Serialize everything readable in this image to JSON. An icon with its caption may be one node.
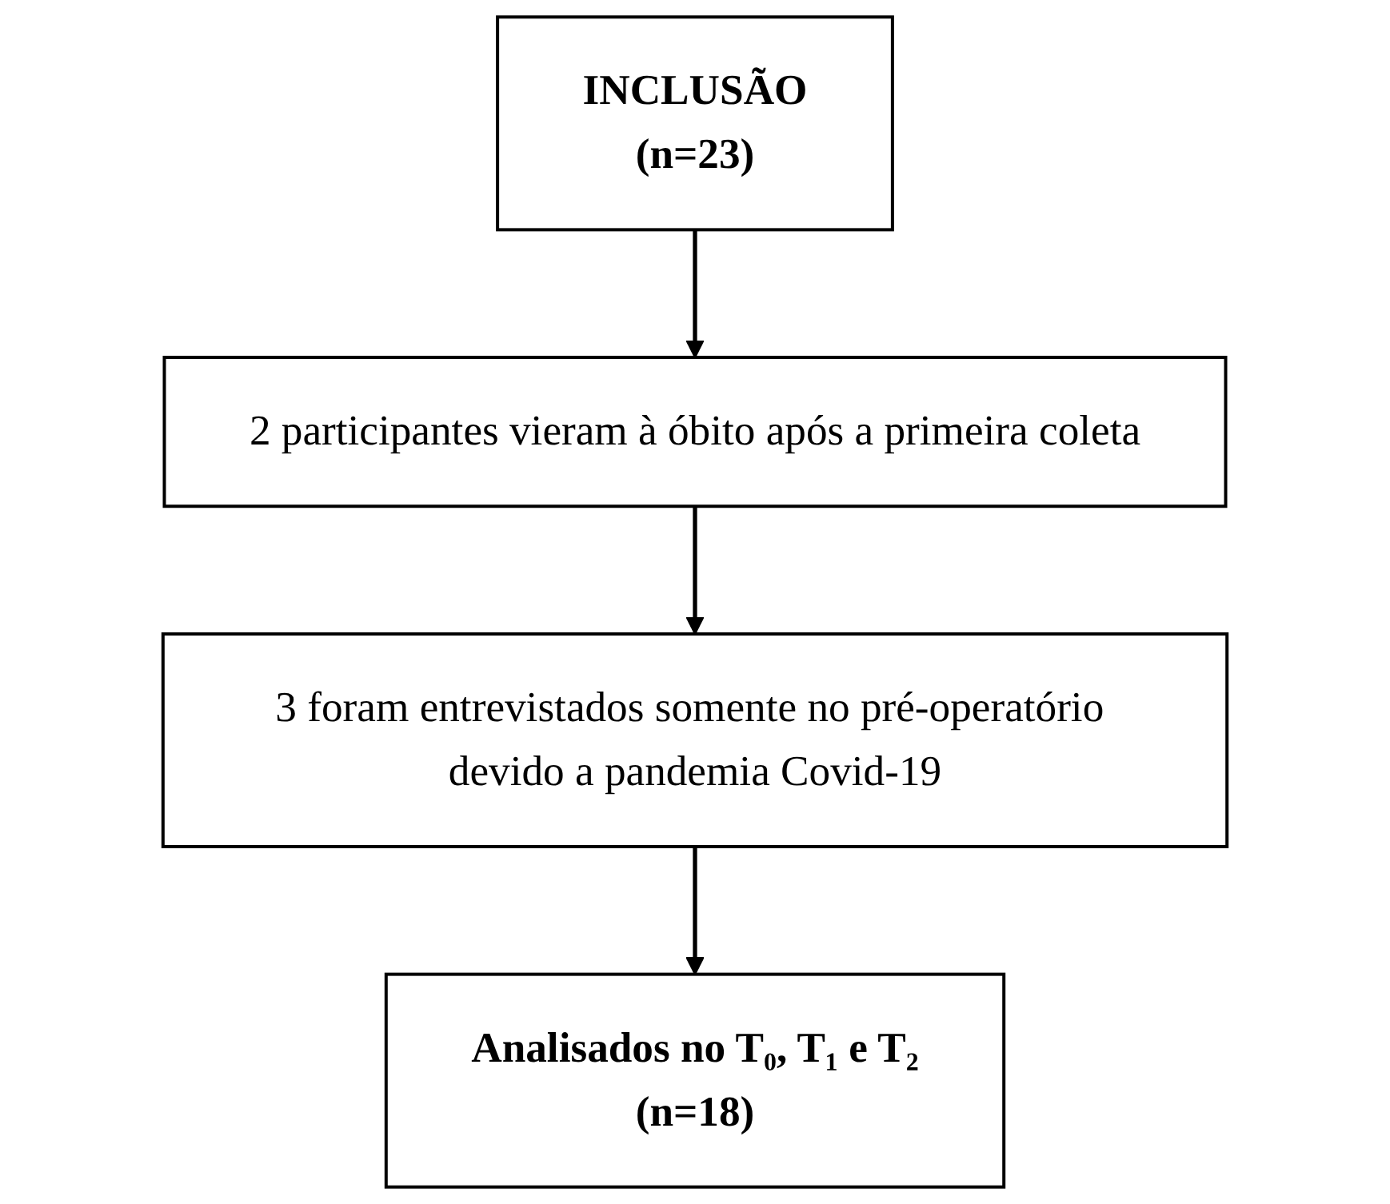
{
  "diagram": {
    "nodes": [
      {
        "text": [
          "INCLUSÃO",
          "(n=23)"
        ]
      },
      {
        "text": [
          "2 participantes vieram à óbito após a primeira coleta"
        ]
      },
      {
        "text": [
          "3 foram entrevistados somente no pré-operatório devido a pandemia Covid-19"
        ]
      },
      {
        "text": [
          "Analisados no T₀, T₁ e T₂",
          "(n=18)"
        ]
      }
    ],
    "edges": [
      {
        "from": 0,
        "to": 1,
        "arrow": "to"
      },
      {
        "from": 1,
        "to": 2,
        "arrow": "to"
      },
      {
        "from": 2,
        "to": 3,
        "arrow": "to"
      }
    ]
  }
}
